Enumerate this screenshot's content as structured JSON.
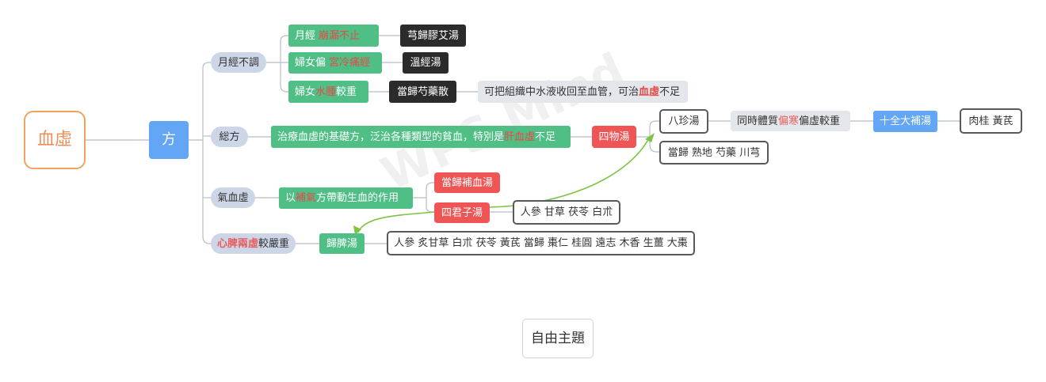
{
  "root": {
    "label": "血虛"
  },
  "main": {
    "label": "方"
  },
  "categories": {
    "c1": "月經不調",
    "c2": "総方",
    "c3": "氣血虛",
    "c4": {
      "hl": "心脾兩虛",
      "rest": "較嚴重"
    }
  },
  "c1_items": {
    "a": {
      "pre": "月經",
      "hl": "崩漏不止",
      "post": ""
    },
    "a_formula": "芎歸膠艾湯",
    "b": {
      "pre": "婦女偏",
      "hl": "宮冷痛經",
      "post": ""
    },
    "b_formula": "溫經湯",
    "c": {
      "pre": "婦女",
      "hl": "水腫",
      "post": " 較重"
    },
    "c_formula": "當歸芍藥散",
    "c_note": {
      "pre": "可把組織中水液收回至血管，可治",
      "hl": "血虛",
      "post": "不足"
    }
  },
  "c2_items": {
    "desc": {
      "pre": "治療血虛的基礎方，泛治各種類型的貧血，特別是 ",
      "hl": "肝血虛",
      "post": " 不足"
    },
    "formula": "四物湯",
    "ingredients": "當歸 熟地 芍藥 川芎",
    "next": "八珍湯",
    "cond": {
      "pre": "同時體質",
      "hl": "偏寒",
      "post": " 偏虛較重"
    },
    "next2": "十全大補湯",
    "add": "肉桂 黃芪"
  },
  "c3_items": {
    "desc": {
      "pre": "以 ",
      "hl": "補氣",
      "post": " 方帶動生血的作用"
    },
    "f1": "當歸補血湯",
    "f2": "四君子湯",
    "f2_ingredients": "人參 甘草 茯苓 白朮"
  },
  "c4_items": {
    "formula": "歸脾湯",
    "ingredients": "人參 炙甘草 白朮 茯苓 黃芪 當歸 棗仁 桂圓 遠志 木香 生薑 大棗"
  },
  "free_topic": "自由主題",
  "watermark": "WPS Mind",
  "colors": {
    "line": "#b8bec6",
    "relation": "#7cc442",
    "root_border": "#f0a35e",
    "green_node": "#4fbf86",
    "red_node": "#f05555",
    "blue_node": "#62a6f5",
    "dark_node": "#2b2b2b"
  }
}
